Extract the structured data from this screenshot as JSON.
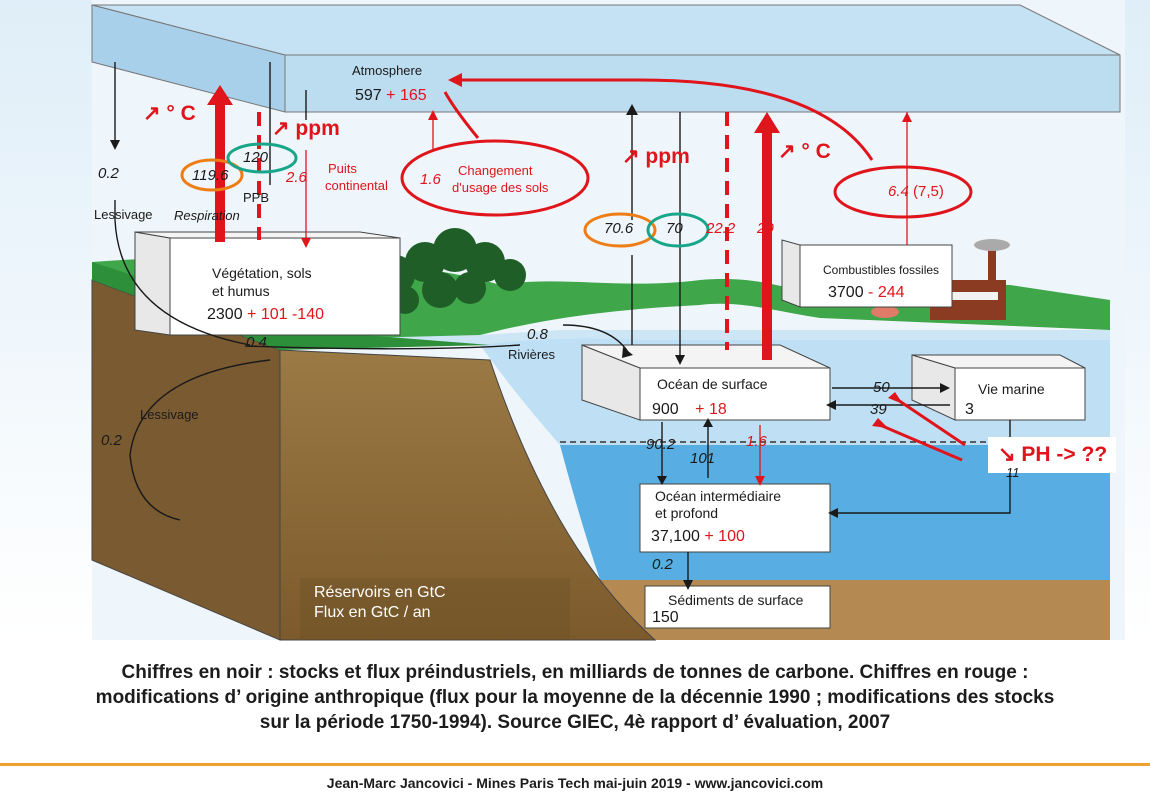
{
  "atmosphere": {
    "name": "Atmosphere",
    "stock": "597",
    "delta": "+ 165"
  },
  "vegetation": {
    "name_line1": "Végétation, sols",
    "name_line2": "et humus",
    "stock": "2300",
    "delta": "+ 101 -140"
  },
  "fossil": {
    "name": "Combustibles fossiles",
    "stock": "3700",
    "delta": "- 244"
  },
  "ocean_surface": {
    "name": "Océan de surface",
    "stock": "900",
    "delta": "+ 18"
  },
  "marine_life": {
    "name": "Vie marine",
    "stock": "3"
  },
  "ocean_deep": {
    "name_line1": "Océan intermédiaire",
    "name_line2": "et profond",
    "stock": "37,100",
    "delta": "+ 100"
  },
  "sediments": {
    "name": "Sédiments de surface",
    "stock": "150"
  },
  "fluxes": {
    "lessivage_top_value": "0.2",
    "lessivage_top_label": "Lessivage",
    "respiration_label": "Respiration",
    "respiration_value": "119.6",
    "ppb_value": "120",
    "ppb_label": "PPB",
    "land_sink_value": "2.6",
    "land_sink_label_1": "Puits",
    "land_sink_label_2": "continental",
    "land_use_value": "1.6",
    "land_use_label_1": "Changement",
    "land_use_label_2": "d'usage des sols",
    "ocean_out": "70.6",
    "ocean_in": "70",
    "ocean_in_red_a": "22.2",
    "ocean_out_red": "20",
    "fossil_emission": "6.4",
    "fossil_emission_alt": "(7,5)",
    "rivers_value": "0.8",
    "rivers_label": "Rivières",
    "runoff_value": "0.4",
    "lessivage_low_label": "Lessivage",
    "lessivage_low_value": "0.2",
    "marine_out": "50",
    "marine_in": "39",
    "marine_down": "11",
    "downwelling": "90.2",
    "upwelling": "101",
    "down_red": "1.6",
    "sediment_flux": "0.2"
  },
  "annotations": {
    "temp_left": "↗ °  C",
    "ppm_left": "↗ ppm",
    "ppm_right": "↗ ppm",
    "temp_right": "↗  °  C",
    "ph": "↘ PH -> ??"
  },
  "legend": {
    "line1": "Réservoirs en GtC",
    "line2": "Flux en GtC / an"
  },
  "caption": {
    "line1": "Chiffres en noir : stocks et flux préindustriels, en milliards de tonnes de carbone. Chiffres en rouge :",
    "line2": "modifications d’ origine anthropique (flux pour la moyenne de la décennie 1990 ; modifications des stocks",
    "line3": "sur la période 1750-1994). Source GIEC, 4è rapport d’ évaluation, 2007"
  },
  "footer": "Jean-Marc Jancovici - Mines Paris Tech mai-juin 2019 - www.jancovici.com",
  "colors": {
    "red": "#e0141b",
    "orange": "#ef7d16",
    "teal": "#18a68a",
    "sky": "#bcdcf0",
    "land": "#8b6a3e",
    "water": "#7fbfe6",
    "deep_water": "#4aa3dd",
    "footer_rule": "#f0a030"
  }
}
